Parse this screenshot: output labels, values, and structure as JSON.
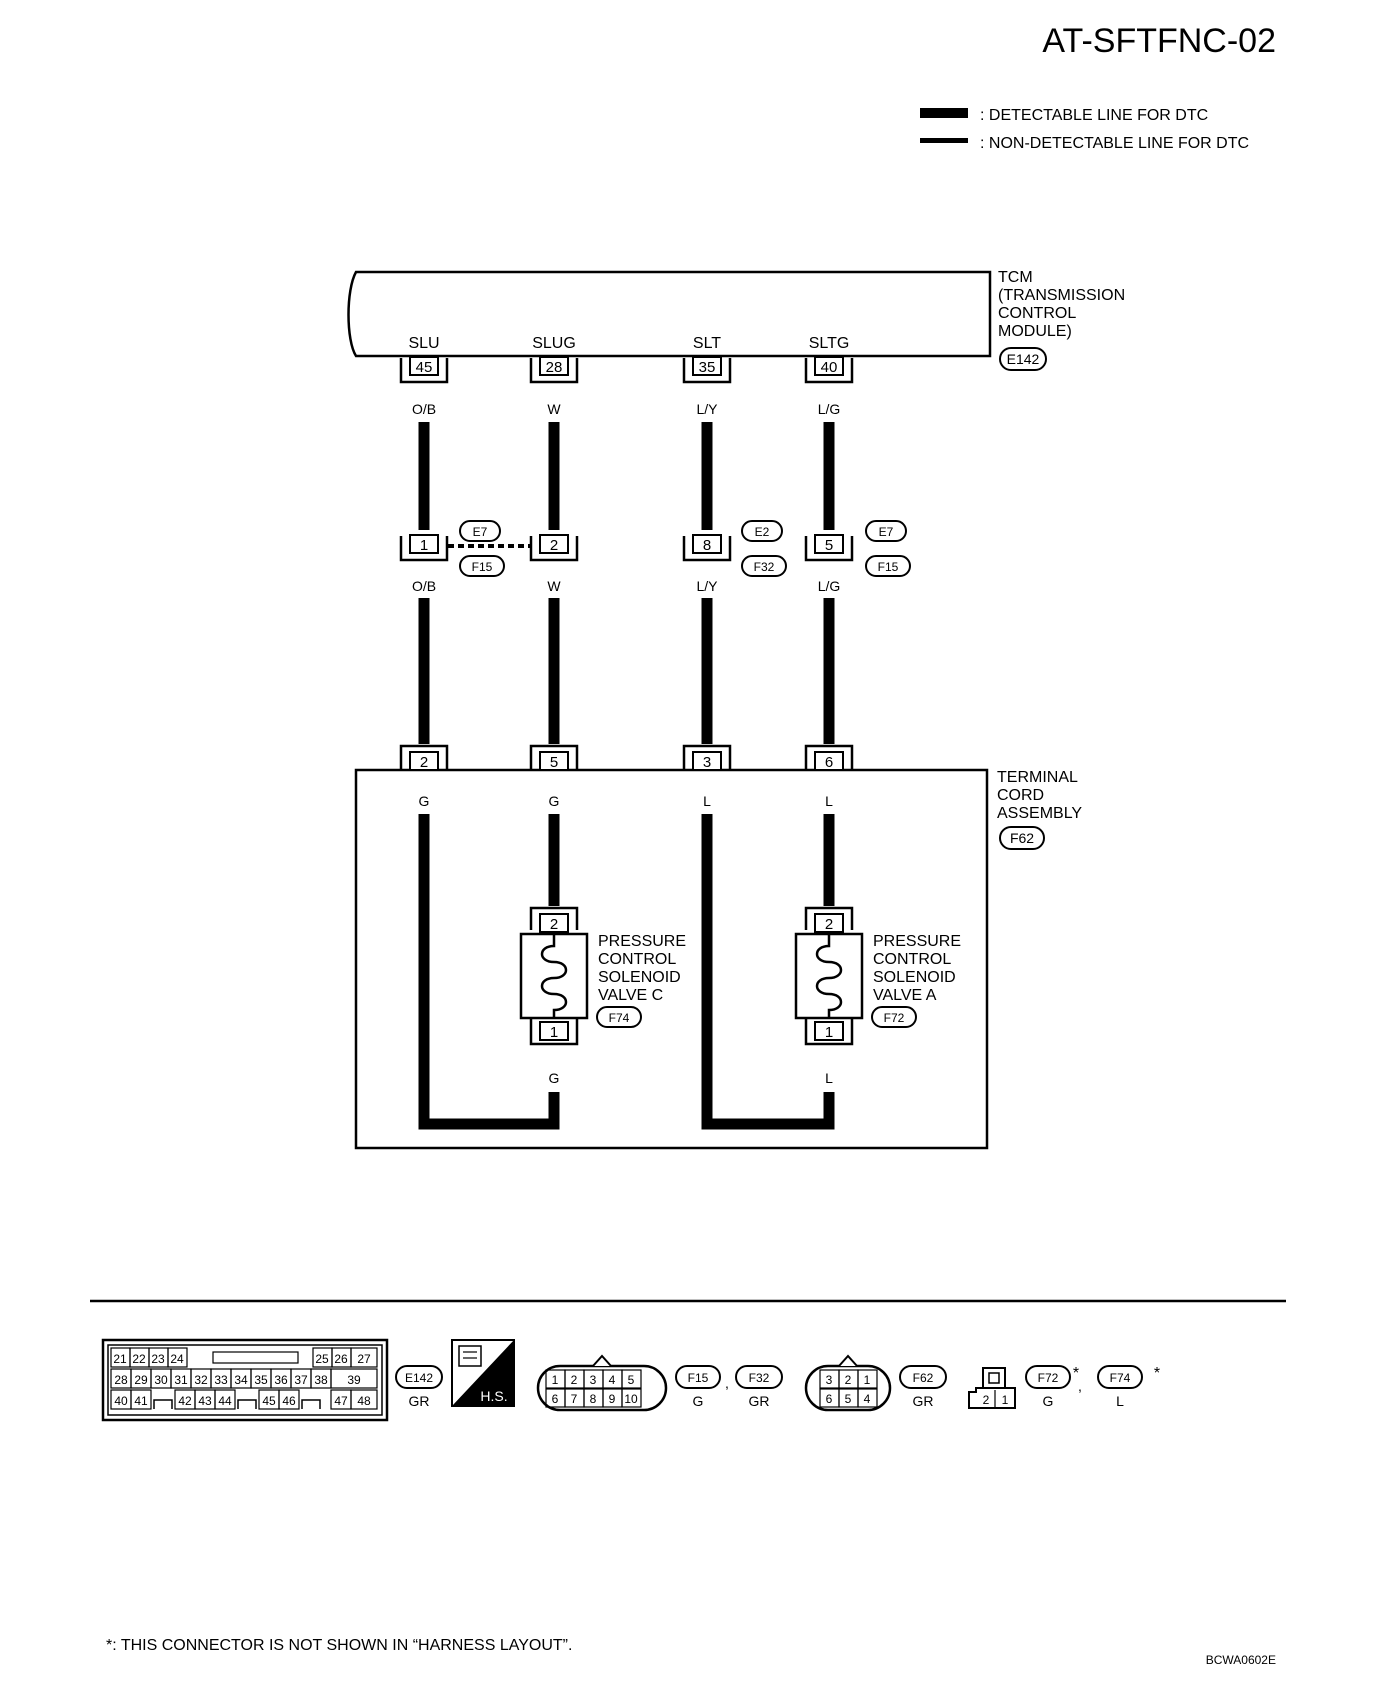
{
  "title": "AT-SFTFNC-02",
  "legend": {
    "detectable": ": DETECTABLE LINE FOR DTC",
    "non_detectable": ": NON-DETECTABLE LINE FOR DTC"
  },
  "tcm": {
    "label_lines": [
      "TCM",
      "(TRANSMISSION",
      "CONTROL",
      "MODULE)"
    ],
    "connector": "E142",
    "terminals": [
      {
        "signal": "SLU",
        "pin": "45",
        "wire": "O/B"
      },
      {
        "signal": "SLUG",
        "pin": "28",
        "wire": "W"
      },
      {
        "signal": "SLT",
        "pin": "35",
        "wire": "L/Y"
      },
      {
        "signal": "SLTG",
        "pin": "40",
        "wire": "L/G"
      }
    ]
  },
  "mid_connectors": [
    {
      "pin": "1",
      "upper": "E7",
      "lower": "F15",
      "wire": "O/B"
    },
    {
      "pin": "2",
      "wire": "W"
    },
    {
      "pin": "8",
      "upper": "E2",
      "lower": "F32",
      "wire": "L/Y"
    },
    {
      "pin": "5",
      "upper": "E7",
      "lower": "F15",
      "wire": "L/G"
    }
  ],
  "terminal_cord": {
    "label_lines": [
      "TERMINAL",
      "CORD",
      "ASSEMBLY"
    ],
    "connector": "F62",
    "pins": [
      {
        "pin": "2",
        "wire": "G"
      },
      {
        "pin": "5",
        "wire": "G"
      },
      {
        "pin": "3",
        "wire": "L"
      },
      {
        "pin": "6",
        "wire": "L"
      }
    ]
  },
  "solenoids": [
    {
      "label_lines": [
        "PRESSURE",
        "CONTROL",
        "SOLENOID",
        "VALVE C"
      ],
      "connector": "F74",
      "pin_top": "2",
      "pin_bottom": "1",
      "wire_bottom": "G"
    },
    {
      "label_lines": [
        "PRESSURE",
        "CONTROL",
        "SOLENOID",
        "VALVE A"
      ],
      "connector": "F72",
      "pin_top": "2",
      "pin_bottom": "1",
      "wire_bottom": "L"
    }
  ],
  "connector_views": {
    "e142": {
      "rows": [
        [
          "21",
          "22",
          "23",
          "24",
          "",
          "25",
          "26",
          "27"
        ],
        [
          "28",
          "29",
          "30",
          "31",
          "32",
          "33",
          "34",
          "35",
          "36",
          "37",
          "38",
          "39"
        ],
        [
          "40",
          "41",
          "42",
          "43",
          "44",
          "45",
          "46",
          "47",
          "48"
        ]
      ],
      "id": "E142",
      "color": "GR"
    },
    "hs_label": "H.S.",
    "f15_f32": {
      "top": [
        "1",
        "2",
        "3",
        "4",
        "5"
      ],
      "bottom": [
        "6",
        "7",
        "8",
        "9",
        "10"
      ],
      "ids": [
        "F15",
        "F32"
      ],
      "colors": [
        "G",
        "GR"
      ],
      "separator": ","
    },
    "f62": {
      "top": [
        "3",
        "2",
        "1"
      ],
      "bottom": [
        "6",
        "5",
        "4"
      ],
      "id": "F62",
      "color": "GR"
    },
    "f72_f74": {
      "pins": [
        "2",
        "1"
      ],
      "ids": [
        "F72",
        "F74"
      ],
      "colors": [
        "G",
        "L"
      ],
      "asterisk": "*",
      "separator": ","
    }
  },
  "footnote": "*: THIS CONNECTOR IS NOT SHOWN IN “HARNESS LAYOUT”.",
  "figure_code": "BCWA0602E"
}
